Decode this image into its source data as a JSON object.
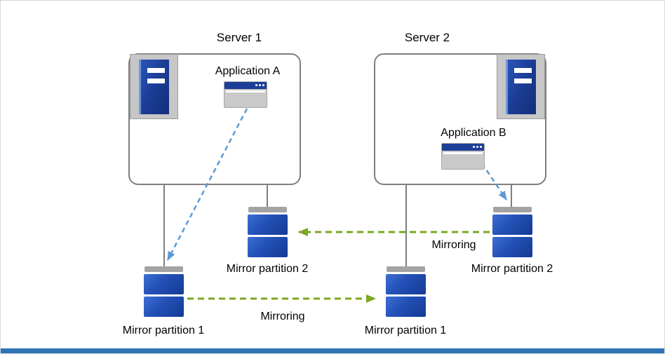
{
  "diagram": {
    "server1": {
      "label": "Server 1",
      "app_label": "Application A"
    },
    "server2": {
      "label": "Server 2",
      "app_label": "Application B"
    },
    "partitions": {
      "s1_mirror2": "Mirror partition 2",
      "s1_mirror1": "Mirror partition 1",
      "s2_mirror1": "Mirror partition 1",
      "s2_mirror2": "Mirror partition 2"
    },
    "mirroring": {
      "top": "Mirroring",
      "bottom": "Mirroring"
    },
    "icons": {
      "server_icon": "server-tower-icon",
      "application_icon": "application-window-icon",
      "partition_icon": "disk-stack-icon"
    },
    "colors": {
      "arrow_blue": "#5b9bd5",
      "arrow_green": "#7aa81e",
      "partition_blue": "#2452b8",
      "server_icon_blue": "#1c3e97",
      "icon_gray": "#c7c7c7",
      "connector_gray": "#7f7f7f",
      "box_border_gray": "#7f7f7f",
      "footer_blue": "#2e74b5"
    }
  }
}
